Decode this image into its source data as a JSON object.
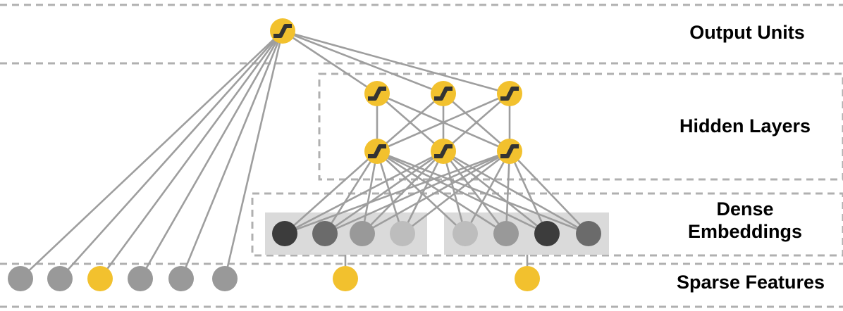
{
  "labels": {
    "output_units": "Output Units",
    "hidden_layers": "Hidden Layers",
    "dense_embeddings_line1": "Dense",
    "dense_embeddings_line2": "Embeddings",
    "sparse_features": "Sparse Features"
  },
  "colors": {
    "activation_unit": "#f2c12e",
    "activation_glyph": "#333333",
    "edge": "#9e9e9e",
    "divider": "#b0b0b0",
    "embedding_group_bg": "#dadada",
    "embedding_shades": [
      "#3c3c3c",
      "#6b6b6b",
      "#999999",
      "#bdbdbd"
    ],
    "sparse_inactive": "#999999",
    "sparse_active": "#f2c12e"
  },
  "sparse_feature_states": [
    "inactive",
    "inactive",
    "active",
    "inactive",
    "inactive",
    "inactive",
    "active",
    "active"
  ],
  "embedding_group_1_shades": [
    0,
    1,
    2,
    3
  ],
  "embedding_group_2_shades": [
    3,
    2,
    0,
    1
  ],
  "icons": {
    "activation_unit": "sigmoid-activation-icon"
  }
}
